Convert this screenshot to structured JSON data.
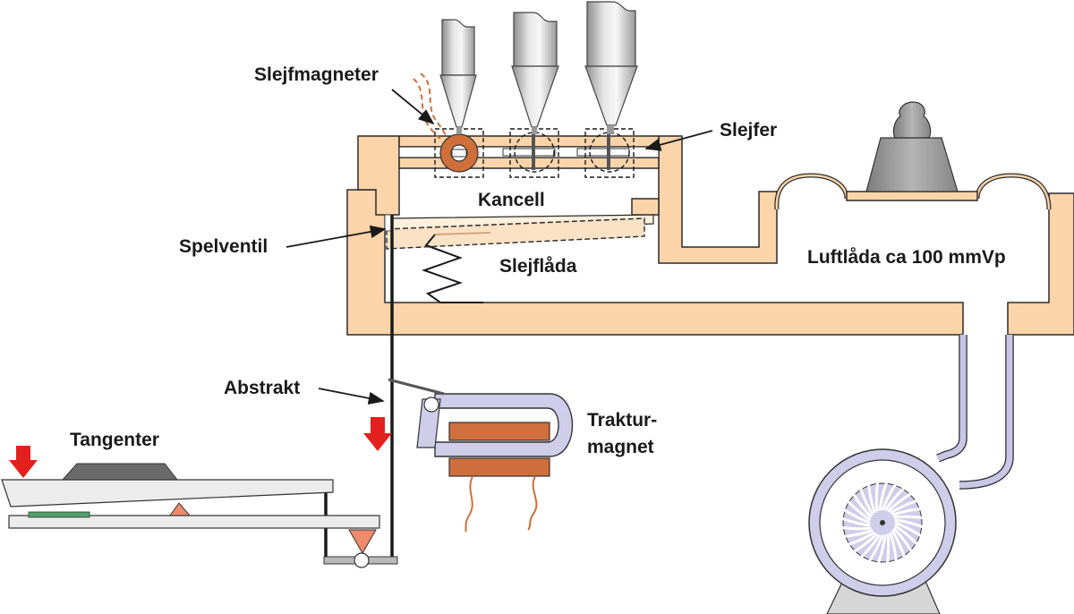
{
  "labels": {
    "slejfmagneter": "Slejfmagneter",
    "slejfer": "Slejfer",
    "kancell": "Kancell",
    "spelventil": "Spelventil",
    "slejflada": "Slejflåda",
    "luftlada": "Luftlåda ca 100 mmVp",
    "abstrakt": "Abstrakt",
    "traktur_line1": "Traktur-",
    "traktur_line2": "magnet",
    "tangenter": "Tangenter"
  },
  "colors": {
    "wood": "#fcd4a9",
    "magnet": "#d0cdea",
    "coil": "#cf6f3c",
    "arrow": "#e4201e",
    "pipe": "#c8c8c8",
    "weight": "#9a9a9a"
  }
}
